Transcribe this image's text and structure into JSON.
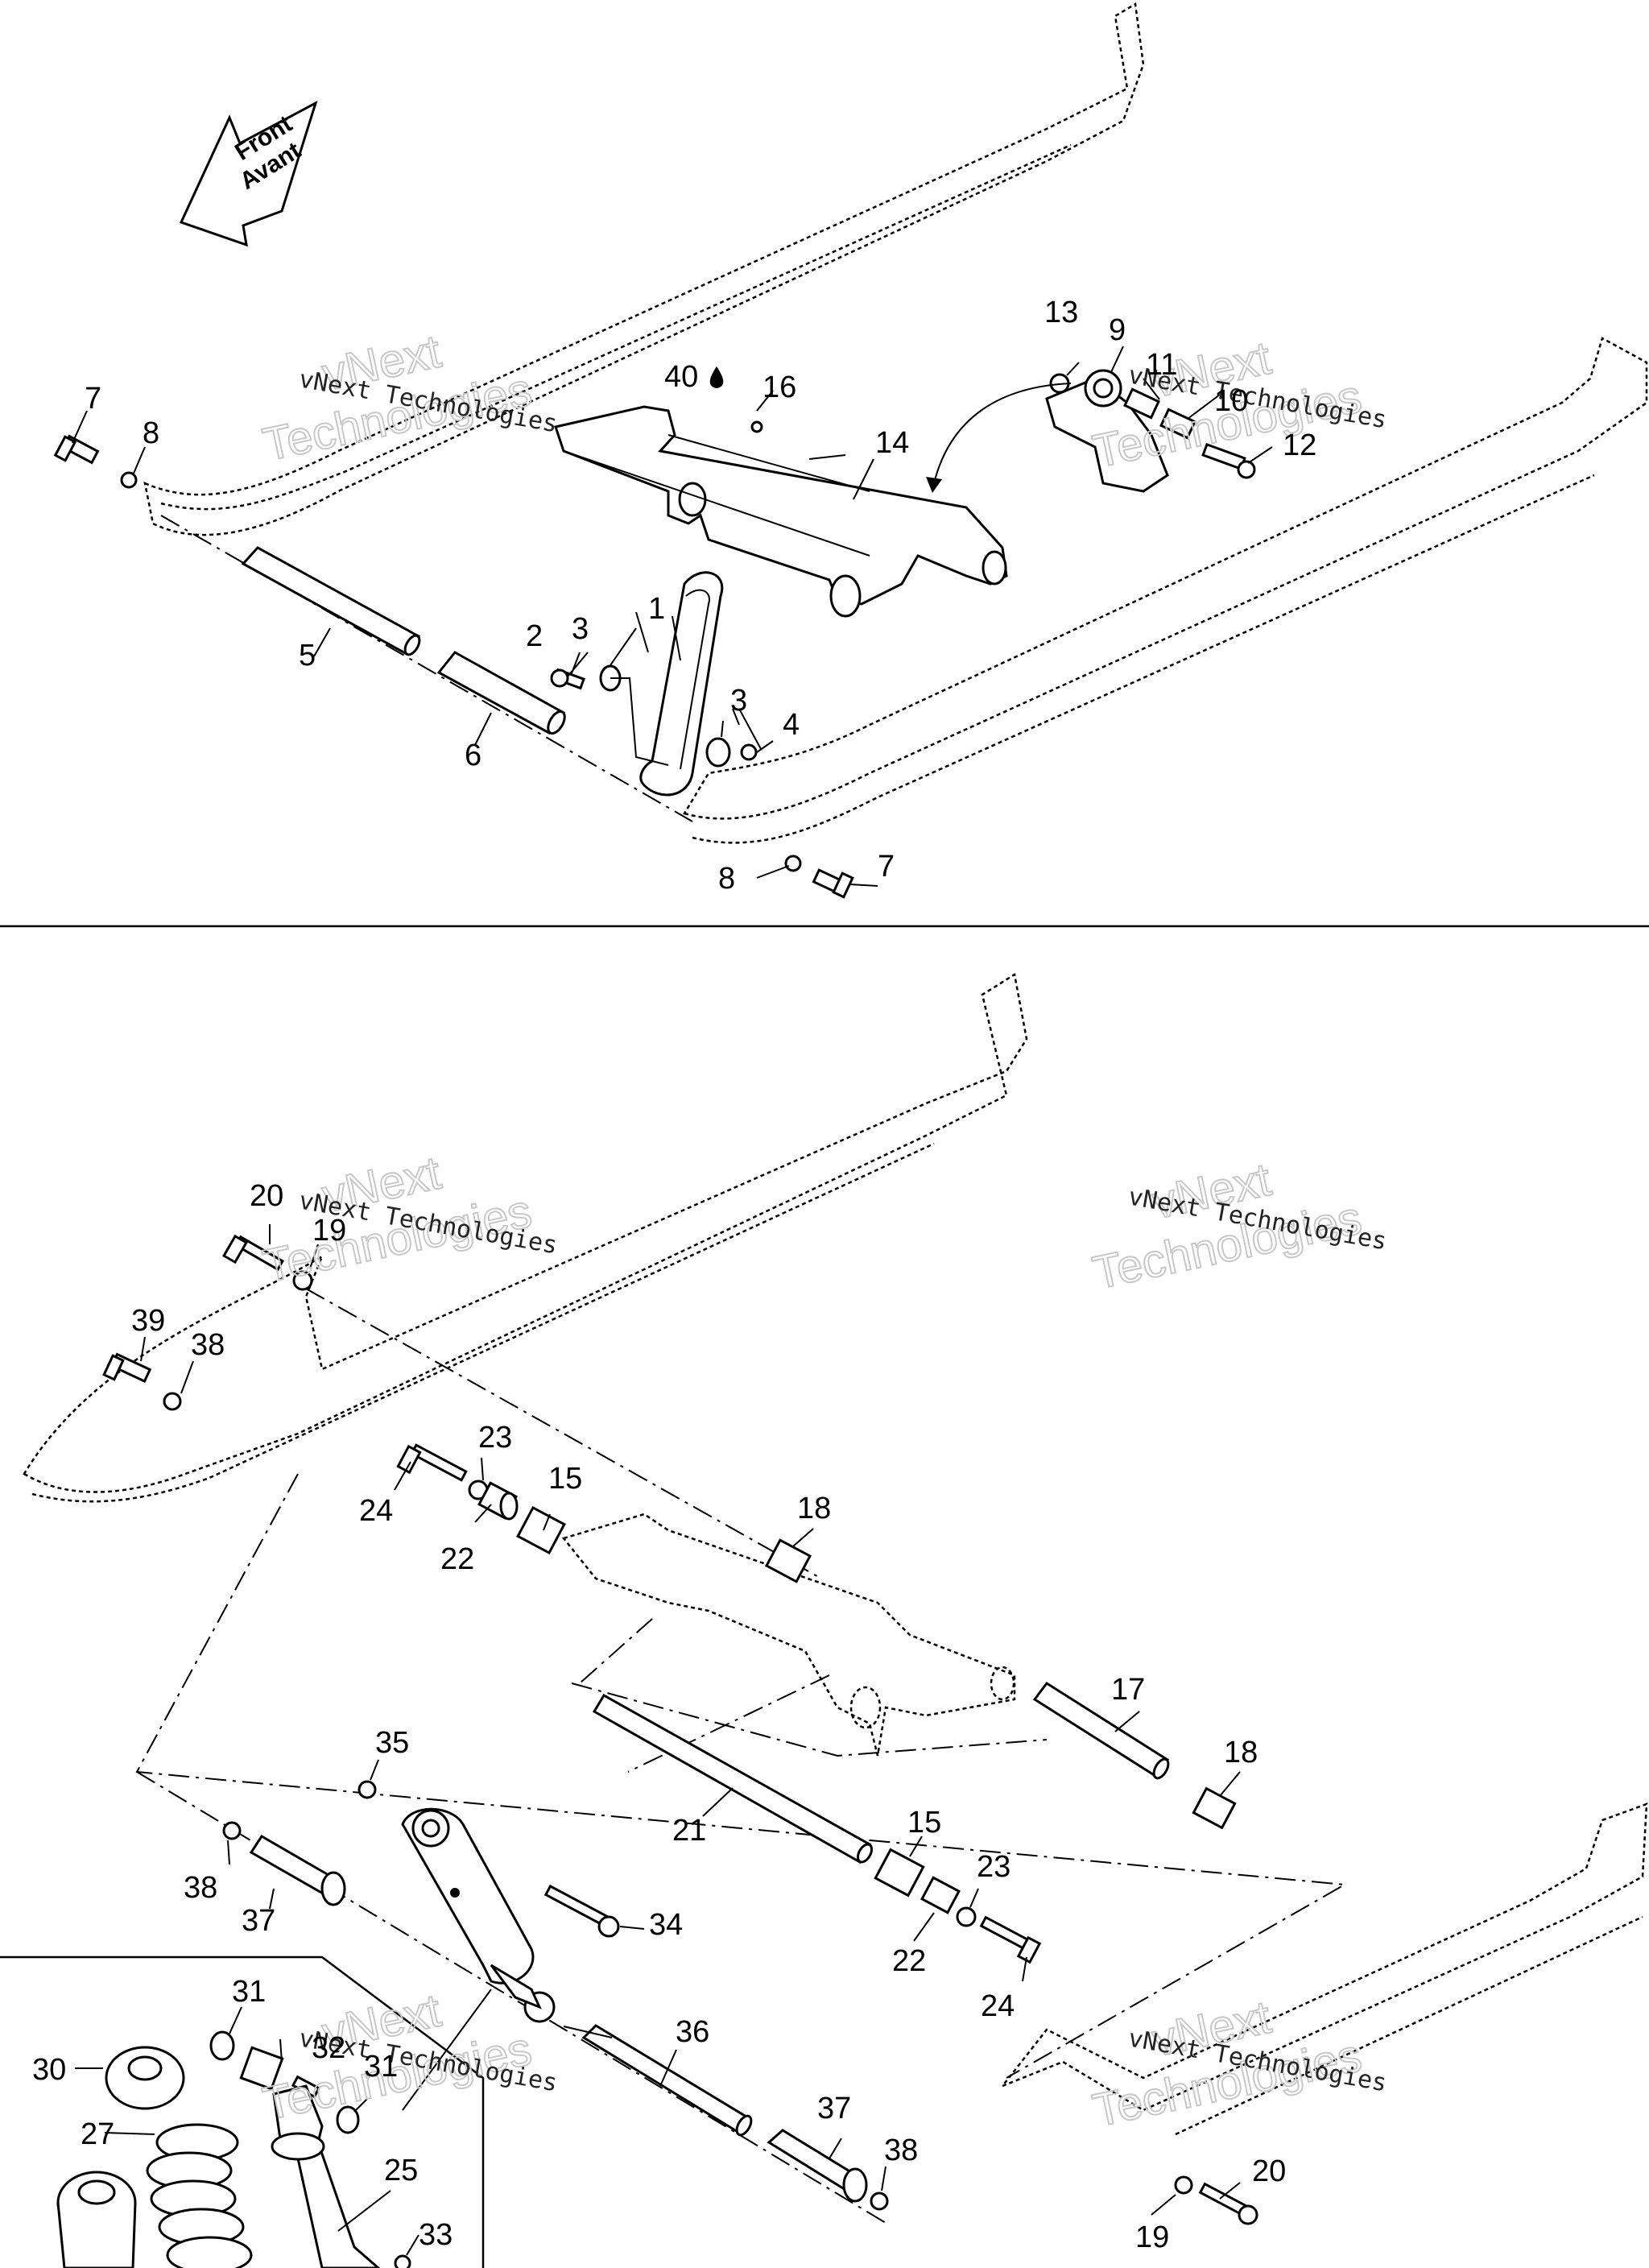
{
  "direction_badge": {
    "line1": "Front",
    "line2": "Avant"
  },
  "watermark": {
    "line_large_1": "vNext",
    "line_large_2": "Technologies",
    "line_small": "vNext Technologies"
  },
  "callouts": {
    "top": [
      {
        "id": "t1",
        "text": "1"
      },
      {
        "id": "t2",
        "text": "2"
      },
      {
        "id": "t3a",
        "text": "3"
      },
      {
        "id": "t3b",
        "text": "3"
      },
      {
        "id": "t4",
        "text": "4"
      },
      {
        "id": "t5",
        "text": "5"
      },
      {
        "id": "t6",
        "text": "6"
      },
      {
        "id": "t7a",
        "text": "7"
      },
      {
        "id": "t7b",
        "text": "7"
      },
      {
        "id": "t8a",
        "text": "8"
      },
      {
        "id": "t8b",
        "text": "8"
      },
      {
        "id": "t9",
        "text": "9"
      },
      {
        "id": "t10",
        "text": "10"
      },
      {
        "id": "t11",
        "text": "11"
      },
      {
        "id": "t12",
        "text": "12"
      },
      {
        "id": "t13",
        "text": "13"
      },
      {
        "id": "t14",
        "text": "14"
      },
      {
        "id": "t16",
        "text": "16"
      },
      {
        "id": "t40",
        "text": "40"
      }
    ],
    "bottom": [
      {
        "id": "b15a",
        "text": "15"
      },
      {
        "id": "b15b",
        "text": "15"
      },
      {
        "id": "b17",
        "text": "17"
      },
      {
        "id": "b18a",
        "text": "18"
      },
      {
        "id": "b18b",
        "text": "18"
      },
      {
        "id": "b19a",
        "text": "19"
      },
      {
        "id": "b19b",
        "text": "19"
      },
      {
        "id": "b20a",
        "text": "20"
      },
      {
        "id": "b20b",
        "text": "20"
      },
      {
        "id": "b21",
        "text": "21"
      },
      {
        "id": "b22a",
        "text": "22"
      },
      {
        "id": "b22b",
        "text": "22"
      },
      {
        "id": "b23a",
        "text": "23"
      },
      {
        "id": "b23b",
        "text": "23"
      },
      {
        "id": "b24a",
        "text": "24"
      },
      {
        "id": "b24b",
        "text": "24"
      },
      {
        "id": "b25",
        "text": "25"
      },
      {
        "id": "b27",
        "text": "27"
      },
      {
        "id": "b30",
        "text": "30"
      },
      {
        "id": "b31a",
        "text": "31"
      },
      {
        "id": "b31b",
        "text": "31"
      },
      {
        "id": "b32",
        "text": "32"
      },
      {
        "id": "b33",
        "text": "33"
      },
      {
        "id": "b34",
        "text": "34"
      },
      {
        "id": "b35",
        "text": "35"
      },
      {
        "id": "b36",
        "text": "36"
      },
      {
        "id": "b37a",
        "text": "37"
      },
      {
        "id": "b37b",
        "text": "37"
      },
      {
        "id": "b38a",
        "text": "38"
      },
      {
        "id": "b38b",
        "text": "38"
      },
      {
        "id": "b39",
        "text": "39"
      }
    ]
  }
}
